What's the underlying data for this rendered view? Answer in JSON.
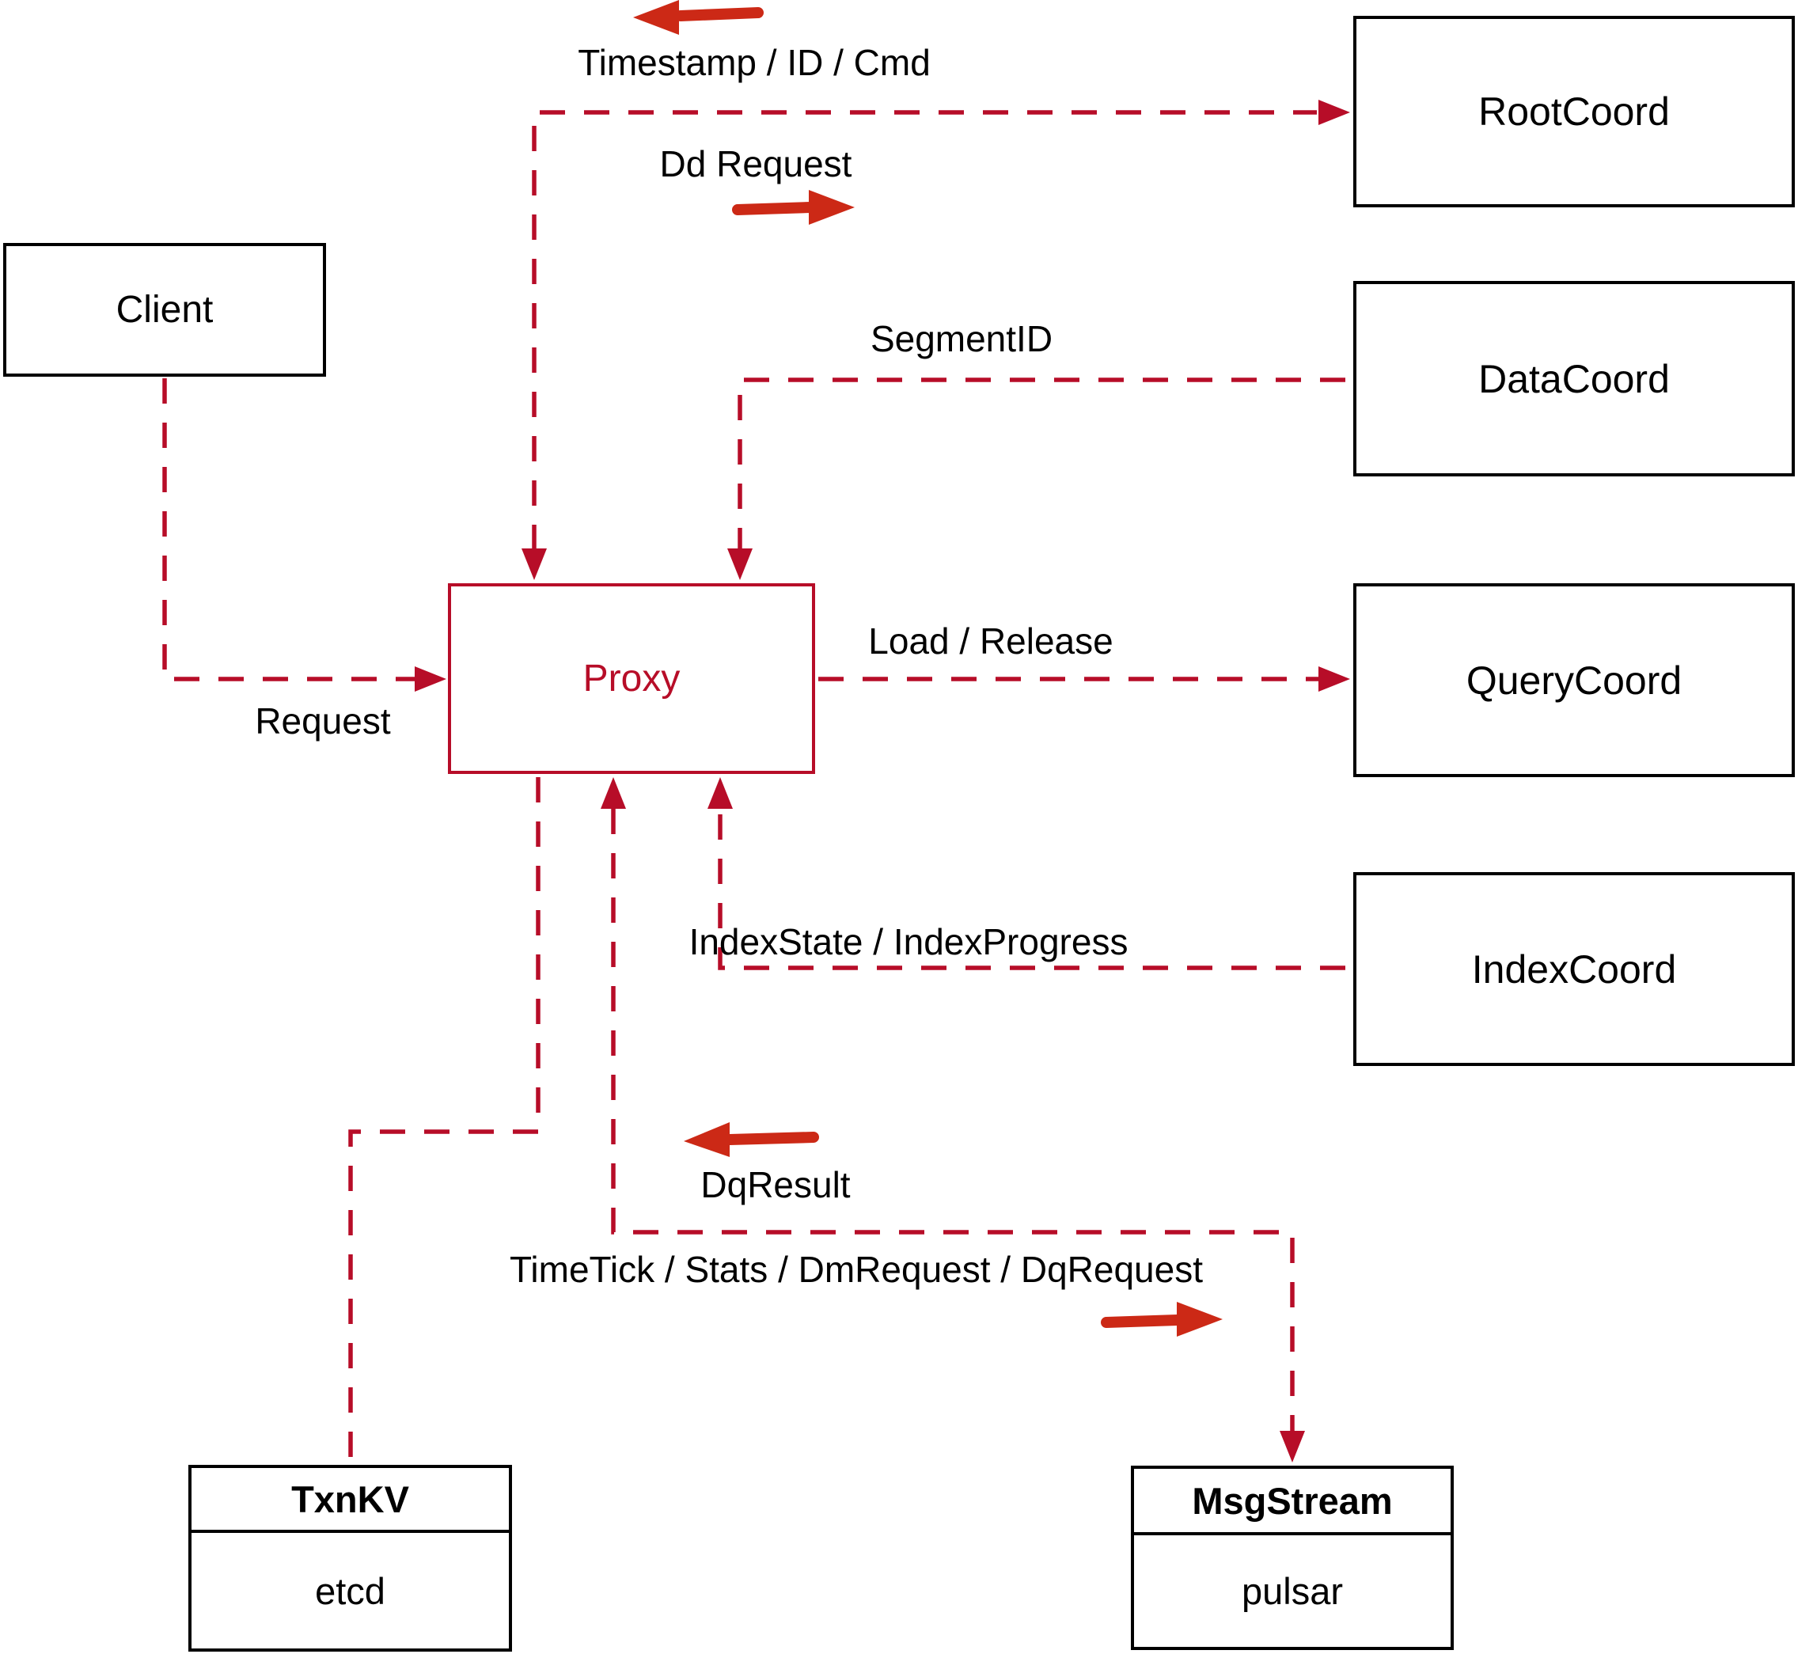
{
  "palette": {
    "line_red": "#b70d28",
    "arrow_red": "#cc2916",
    "ink": "#000000",
    "paper": "#ffffff"
  },
  "nodes": {
    "client": {
      "label": "Client"
    },
    "proxy": {
      "label": "Proxy"
    },
    "root_coord": {
      "label": "RootCoord"
    },
    "data_coord": {
      "label": "DataCoord"
    },
    "query_coord": {
      "label": "QueryCoord"
    },
    "index_coord": {
      "label": "IndexCoord"
    },
    "txnkv": {
      "title": "TxnKV",
      "subtitle": "etcd"
    },
    "msgstream": {
      "title": "MsgStream",
      "subtitle": "pulsar"
    }
  },
  "edges": {
    "timestamp_id_cmd": {
      "label": "Timestamp / ID / Cmd"
    },
    "dd_request": {
      "label": "Dd Request"
    },
    "segment_id": {
      "label": "SegmentID"
    },
    "load_release": {
      "label": "Load / Release"
    },
    "index_state_progress": {
      "label": "IndexState / IndexProgress"
    },
    "dq_result": {
      "label": "DqResult"
    },
    "timetick_stats": {
      "label": "TimeTick / Stats / DmRequest / DqRequest"
    },
    "request": {
      "label": "Request"
    }
  }
}
